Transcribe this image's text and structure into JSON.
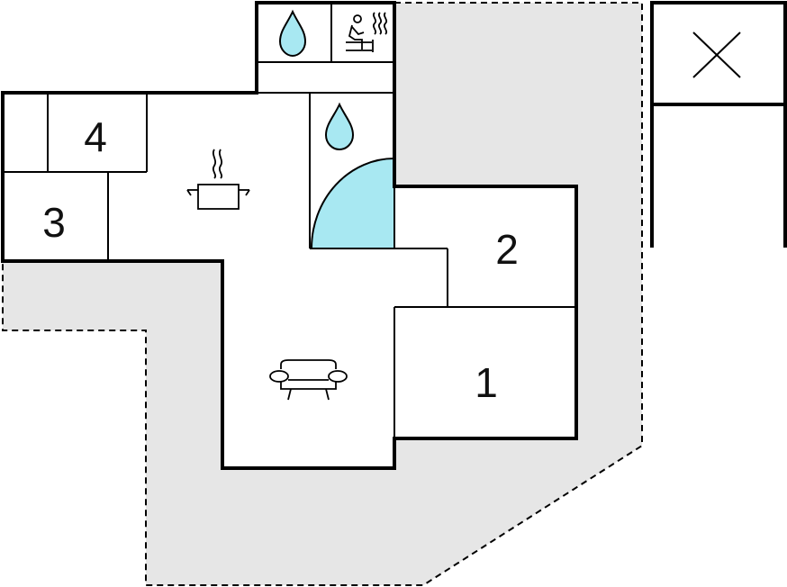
{
  "rooms": {
    "room1": {
      "label": "1"
    },
    "room2": {
      "label": "2"
    },
    "room3": {
      "label": "3"
    },
    "room4": {
      "label": "4"
    }
  },
  "icons": {
    "kitchen": "cooking-pot-icon",
    "living": "sofa-icon",
    "sauna": "sauna-icon",
    "bath": "water-drop-icon",
    "shower": "water-drop-icon",
    "carport": "x-mark-icon"
  },
  "colors": {
    "terrace": "#e6e6e6",
    "water": "#a8e8f2",
    "walls": "#000000"
  }
}
